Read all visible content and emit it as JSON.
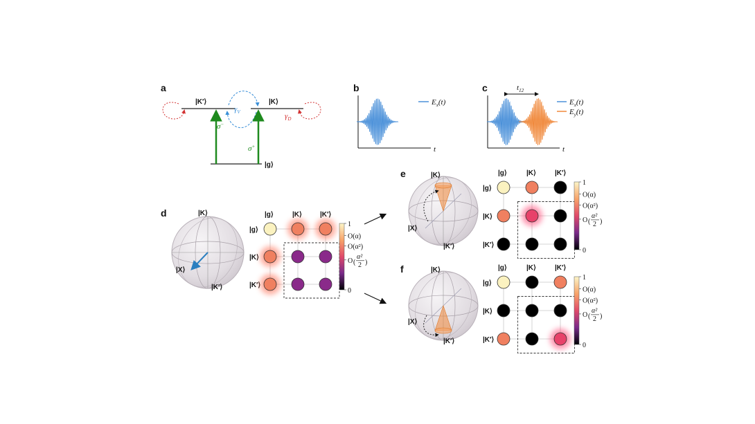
{
  "panels": {
    "a": {
      "label": "a",
      "kets": [
        "|K′⟩",
        "|K⟩",
        "|g⟩"
      ],
      "gamma_v": "γ",
      "gamma_v_sub": "V",
      "gamma_d": "γ",
      "gamma_d_sub": "D",
      "sigma_minus": "σ",
      "sigma_minus_sup": "−",
      "sigma_plus": "σ",
      "sigma_plus_sup": "+"
    },
    "b": {
      "label": "b",
      "legend": "E",
      "legend_sub": "x",
      "legend_suffix": "(t)",
      "axis": "t",
      "color": "#4a90d9"
    },
    "c": {
      "label": "c",
      "t12": "t",
      "t12_sub": "12",
      "legend": [
        {
          "name": "E",
          "sub": "x",
          "suffix": "(t)",
          "color": "#4a90d9"
        },
        {
          "name": "E",
          "sub": "y",
          "suffix": "(t)",
          "color": "#f0883a"
        }
      ],
      "axis": "t"
    },
    "d": {
      "label": "d",
      "bloch": {
        "top": "|K⟩",
        "left": "|X⟩",
        "bottom": "|K′⟩"
      },
      "matrix": {
        "col_headers": [
          "|g⟩",
          "|K⟩",
          "|K′⟩"
        ],
        "row_headers": [
          "|g⟩",
          "|K⟩",
          "|K′⟩"
        ],
        "cells": [
          [
            "#fbf2c0",
            "#f08060",
            "#f08060"
          ],
          [
            "#f08060",
            "#8a2a8a",
            "#8a2a8a"
          ],
          [
            "#f08060",
            "#8a2a8a",
            "#8a2a8a"
          ]
        ],
        "glow": [
          [
            false,
            true,
            true
          ],
          [
            true,
            false,
            false
          ],
          [
            true,
            false,
            false
          ]
        ]
      }
    },
    "e": {
      "label": "e",
      "bloch": {
        "top": "|K⟩",
        "left": "|X⟩",
        "bottom": "|K′⟩"
      },
      "matrix": {
        "col_headers": [
          "|g⟩",
          "|K⟩",
          "|K′⟩"
        ],
        "row_headers": [
          "|g⟩",
          "|K⟩",
          "|K′⟩"
        ],
        "cells": [
          [
            "#fbf2c0",
            "#f08060",
            "#000000"
          ],
          [
            "#f08060",
            "#e8426a",
            "#000000"
          ],
          [
            "#000000",
            "#000000",
            "#000000"
          ]
        ],
        "glow": [
          [
            false,
            false,
            false
          ],
          [
            false,
            true,
            false
          ],
          [
            false,
            false,
            false
          ]
        ]
      }
    },
    "f": {
      "label": "f",
      "bloch": {
        "top": "|K⟩",
        "left": "|X⟩",
        "bottom": "|K′⟩"
      },
      "matrix": {
        "col_headers": [
          "|g⟩",
          "|K⟩",
          "|K′⟩"
        ],
        "row_headers": [
          "|g⟩",
          "|K⟩",
          "|K′⟩"
        ],
        "cells": [
          [
            "#fbf2c0",
            "#000000",
            "#f08060"
          ],
          [
            "#000000",
            "#000000",
            "#000000"
          ],
          [
            "#f08060",
            "#000000",
            "#e8426a"
          ]
        ],
        "glow": [
          [
            false,
            false,
            false
          ],
          [
            false,
            false,
            false
          ],
          [
            false,
            false,
            true
          ]
        ]
      }
    }
  },
  "colorbar": {
    "ticks": [
      "1",
      "O(α)",
      "O(α²)",
      "O",
      "0"
    ],
    "frac_num": "α²",
    "frac_den": "2"
  }
}
